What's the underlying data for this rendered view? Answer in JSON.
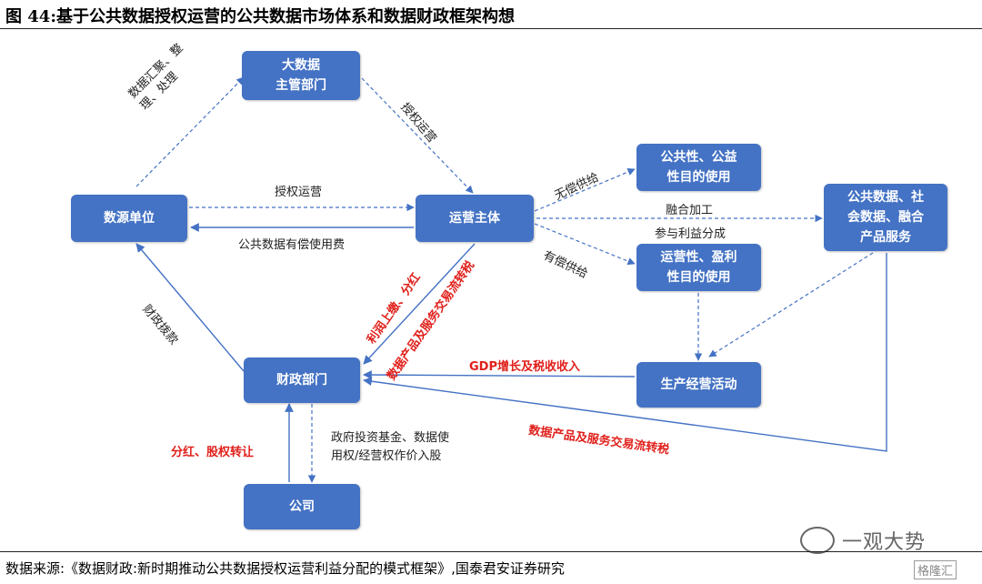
{
  "title": "图 44:基于公共数据授权运营的公共数据市场体系和数据财政框架构想",
  "source": "数据来源:《数据财政:新时期推动公共数据授权运营利益分配的模式框架》,国泰君安证券研究",
  "nodes": {
    "big_data_dept": "大数据\n主管部门",
    "data_source_unit": "数源单位",
    "operator": "运营主体",
    "public_welfare_use": "公共性、公益\n性目的使用",
    "commercial_use": "运营性、盈利\n性目的使用",
    "fused_services": "公共数据、社\n会数据、融合\n产品服务",
    "finance_dept": "财政部门",
    "production_activity": "生产经营活动",
    "company": "公司"
  },
  "labels": {
    "collect": "数据汇聚、整\n理、处理",
    "authorize": "授权运营",
    "authorize_mid": "授权运营",
    "paid_fee": "公共数据有偿使用费",
    "free_supply": "无偿供给",
    "paid_supply": "有偿供给",
    "fusion": "融合加工",
    "profit_share": "参与利益分成",
    "fiscal": "财政拨款",
    "profit_remit": "利润上缴、分红",
    "product_tax": "数据产品及服务交易流转税",
    "gdp_tax": "GDP增长及税收收入",
    "product_tax2": "数据产品及服务交易流转税",
    "dividend": "分红、股权转让",
    "gov_fund": "政府投资基金、数据使\n用权/经营权作价入股"
  },
  "watermark": {
    "brand": "一观大势",
    "corner": "格隆汇"
  },
  "colors": {
    "node_fill": "#4472C4",
    "line": "#4472C4",
    "red": "#E0201B"
  }
}
